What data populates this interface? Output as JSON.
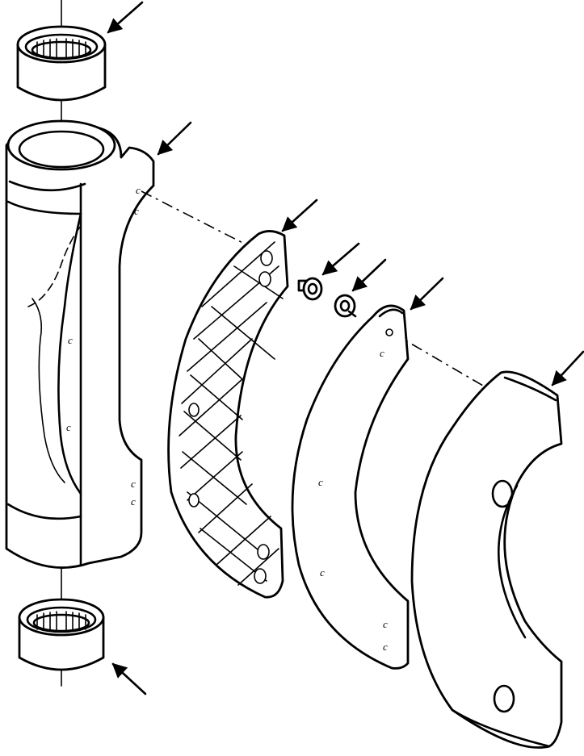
{
  "diagram": {
    "type": "exploded-parts-view",
    "parts": [
      {
        "key": "bearing-top",
        "icon": "needle-bearing-icon"
      },
      {
        "key": "pivot-housing",
        "icon": "pivot-housing-icon"
      },
      {
        "key": "friction-pad",
        "icon": "grid-pad-icon"
      },
      {
        "key": "screw",
        "icon": "screw-icon"
      },
      {
        "key": "washer",
        "icon": "washer-icon"
      },
      {
        "key": "shim-plate",
        "icon": "plate-icon"
      },
      {
        "key": "counterweight",
        "icon": "weight-icon"
      },
      {
        "key": "bearing-bottom",
        "icon": "needle-bearing-icon"
      }
    ],
    "callout_count": 8,
    "colors": {
      "line": "#000000",
      "background": "#ffffff"
    }
  }
}
